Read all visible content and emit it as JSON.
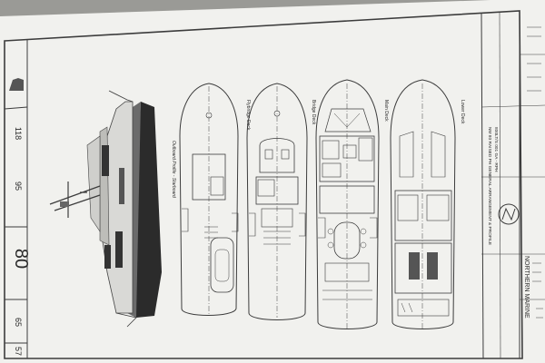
{
  "model_strip": {
    "big_label": "80",
    "small_labels": [
      "57",
      "65",
      "95",
      "118"
    ]
  },
  "profile": {
    "label": "Outboard Profile - Starboard"
  },
  "decks": [
    {
      "label": "Flybridge Deck"
    },
    {
      "label": "Bridge Deck"
    },
    {
      "label": "Main Deck"
    },
    {
      "label": "Lower Deck"
    }
  ],
  "title_block": {
    "drawing_title": "NM 80 RAISED PH GENERAL ARRANGEMENT & PROFILE",
    "drawing_number": "800LT/S 001 GA - RPH",
    "company": "NORTHERN MARINE"
  },
  "colors": {
    "paper": "#f1f1ee",
    "ink": "#3c3c3c",
    "hull_dark": "#2b2b2b"
  }
}
